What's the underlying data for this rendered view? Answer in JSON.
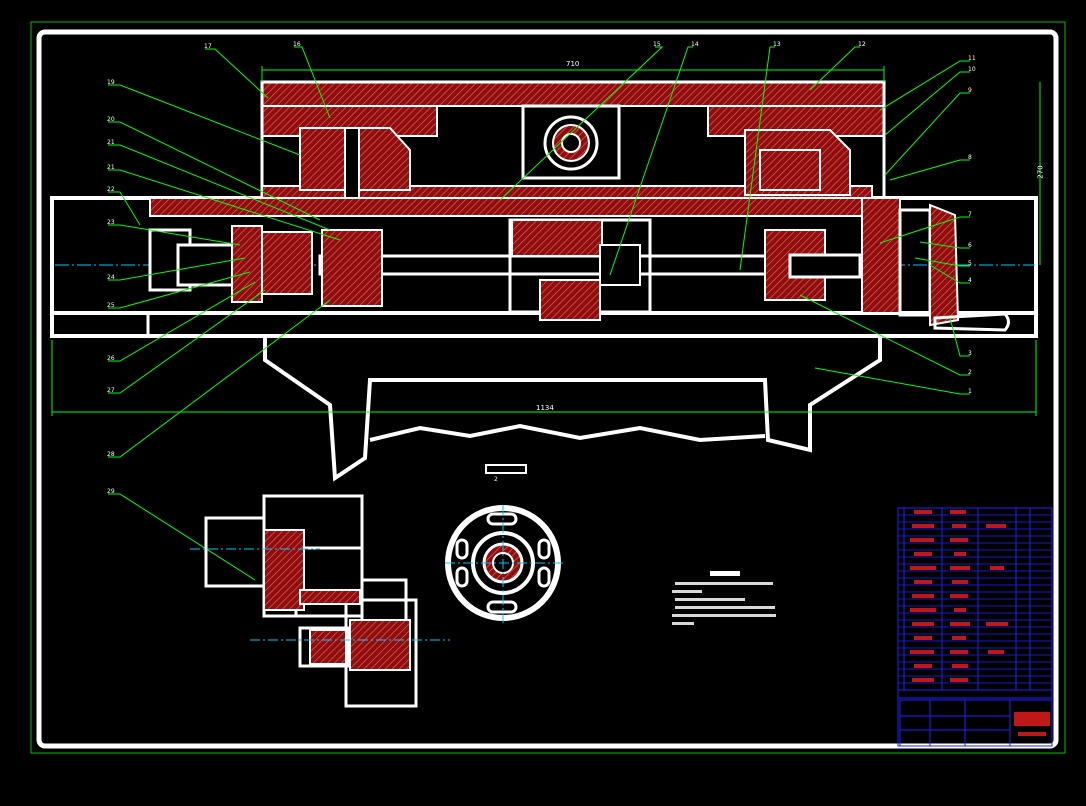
{
  "dimensions": {
    "top_width": "710",
    "bottom_width": "1134",
    "right_height": "270"
  },
  "callouts_left": [
    "19",
    "20",
    "21",
    "21",
    "22",
    "23",
    "24",
    "25",
    "26",
    "27",
    "28",
    "29"
  ],
  "callouts_top": [
    "17",
    "16",
    "15",
    "14",
    "13",
    "12"
  ],
  "callouts_right": [
    "11",
    "10",
    "9",
    "8",
    "7",
    "6",
    "5",
    "4",
    "3",
    "2",
    "1"
  ],
  "section_label": "2",
  "colors": {
    "background": "#000000",
    "outline": "#ffffff",
    "hatch": "#b01818",
    "leader": "#00ff00",
    "centerline": "#00c8ff",
    "table_line": "#2020ff"
  }
}
